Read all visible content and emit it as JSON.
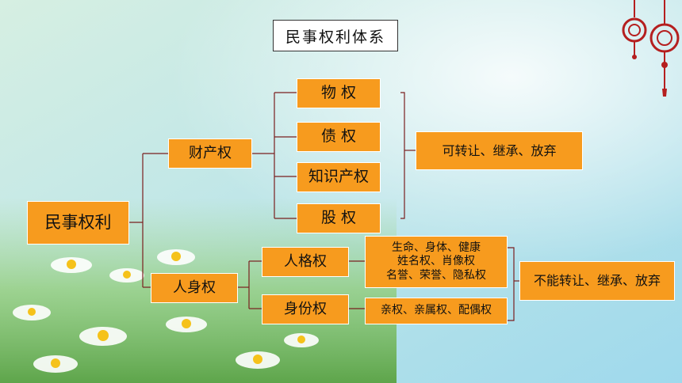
{
  "title": "民事权利体系",
  "root": "民事权利",
  "property": {
    "label": "财产权",
    "children": [
      "物 权",
      "债 权",
      "知识产权",
      "股 权"
    ],
    "note": "可转让、继承、放弃"
  },
  "personal": {
    "label": "人身权",
    "personality": {
      "label": "人格权",
      "items": [
        "生命、身体、健康",
        "姓名权、肖像权",
        "名誉、荣誉、隐私权"
      ]
    },
    "identity": {
      "label": "身份权",
      "items": "亲权、亲属权、配偶权"
    },
    "note": "不能转让、继承、放弃"
  },
  "colors": {
    "box": "#F79B1E",
    "line": "#7a1f1f"
  }
}
